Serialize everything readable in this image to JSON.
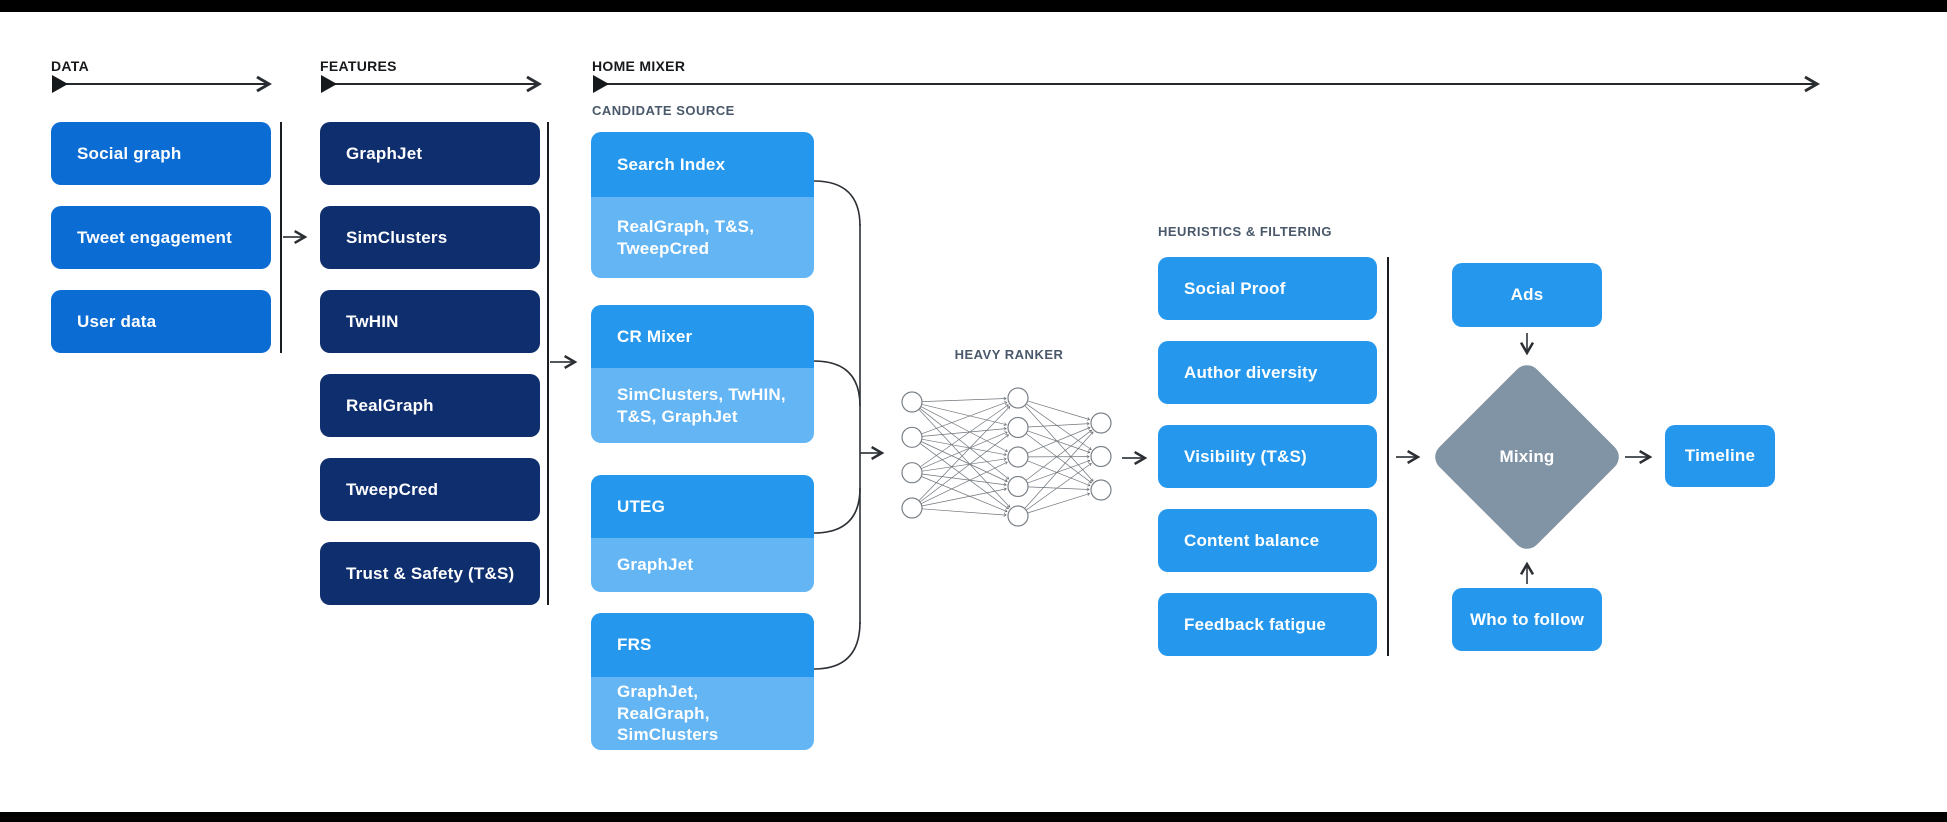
{
  "colors": {
    "data_box": "#0b6cd4",
    "feature_box": "#0e2e6e",
    "source_header": "#2598ee",
    "source_sub": "#64b5f4",
    "filter_box": "#2598ee",
    "mix_box": "#2598ee",
    "diamond": "#8194a6"
  },
  "sections": {
    "data": {
      "label": "DATA",
      "boxes": [
        "Social graph",
        "Tweet engagement",
        "User data"
      ]
    },
    "features": {
      "label": "FEATURES",
      "boxes": [
        "GraphJet",
        "SimClusters",
        "TwHIN",
        "RealGraph",
        "TweepCred",
        "Trust & Safety (T&S)"
      ]
    },
    "home_mixer": {
      "label": "HOME MIXER",
      "candidate_source": {
        "label": "CANDIDATE SOURCE",
        "sources": [
          {
            "name": "Search Index",
            "uses": "RealGraph, T&S, TweepCred"
          },
          {
            "name": "CR Mixer",
            "uses": "SimClusters, TwHIN, T&S, GraphJet"
          },
          {
            "name": "UTEG",
            "uses": "GraphJet"
          },
          {
            "name": "FRS",
            "uses": "GraphJet, RealGraph, SimClusters"
          }
        ]
      },
      "heavy_ranker": {
        "label": "HEAVY RANKER",
        "network_layers": [
          4,
          5,
          3
        ]
      },
      "heuristics": {
        "label": "HEURISTICS & FILTERING",
        "boxes": [
          "Social Proof",
          "Author diversity",
          "Visibility (T&S)",
          "Content balance",
          "Feedback fatigue"
        ]
      },
      "mixing": {
        "ads_label": "Ads",
        "diamond_label": "Mixing",
        "who_to_follow_label": "Who to follow",
        "timeline_label": "Timeline"
      }
    }
  }
}
